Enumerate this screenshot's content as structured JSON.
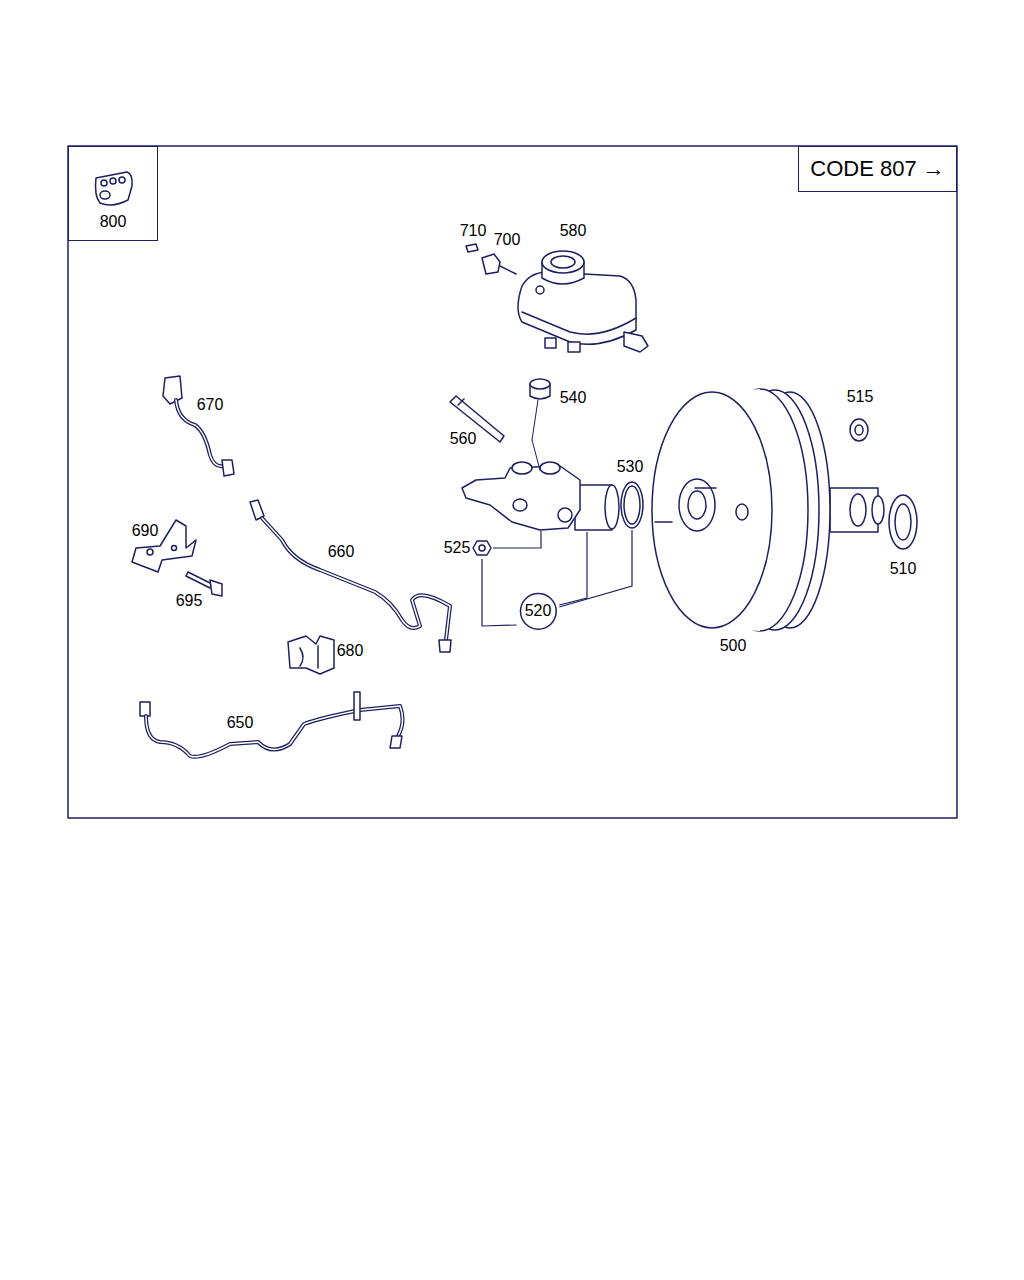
{
  "diagram": {
    "nodes": [
      {
        "text": [
          "800"
        ]
      },
      {
        "text": [
          "CODE 807 →"
        ]
      },
      {
        "text": [
          "520"
        ]
      }
    ],
    "labels": [
      "710",
      "700",
      "580",
      "670",
      "540",
      "560",
      "515",
      "530",
      "525",
      "690",
      "660",
      "510",
      "695",
      "680",
      "500",
      "650"
    ]
  }
}
